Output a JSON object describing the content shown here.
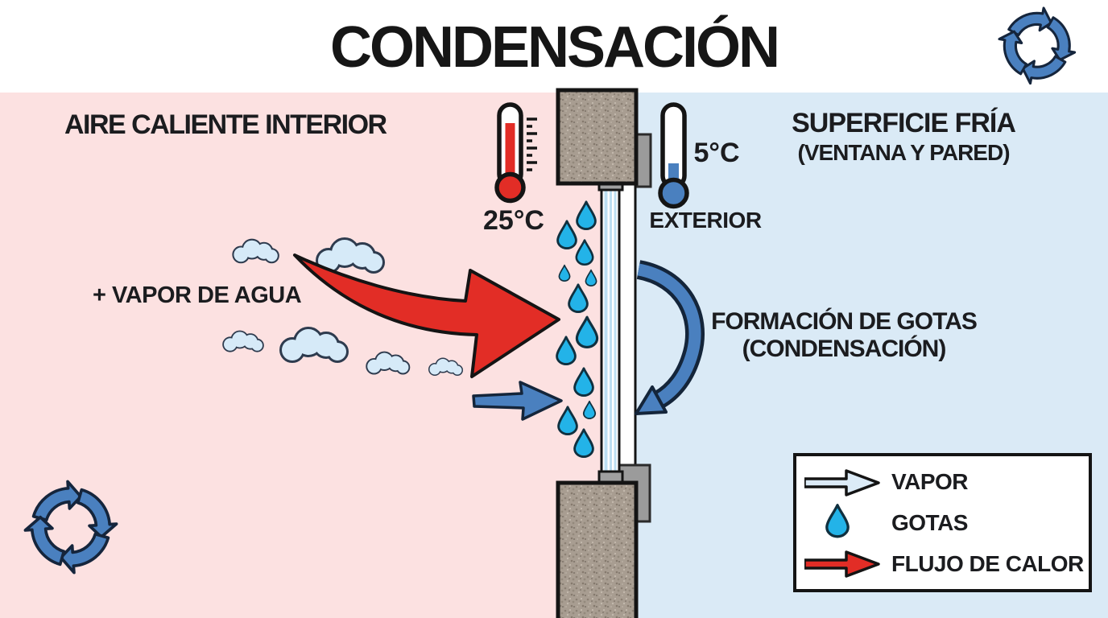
{
  "title": "CONDENSACIÓN",
  "left_panel": {
    "heading": "AIRE CALIENTE INTERIOR",
    "temperature": "25°C",
    "vapor_label": "+ VAPOR DE AGUA"
  },
  "right_panel": {
    "heading": "SUPERFICIE FRÍA",
    "subheading": "(VENTANA Y PARED)",
    "temperature": "5°C",
    "exterior_label": "EXTERIOR",
    "condensation_line1": "FORMACIÓN DE GOTAS",
    "condensation_line2": "(CONDENSACIÓN)"
  },
  "legend": {
    "vapor_label": "VAPOR",
    "drops_label": "GOTAS",
    "heat_flow_label": "FLUJO DE CALOR"
  },
  "icons": [
    "cycle-arrows-icon-top-right",
    "cycle-arrows-icon-bottom-left",
    "thermometer-warm-icon",
    "thermometer-cold-icon",
    "cloud-icon",
    "droplet-icon",
    "heat-flow-arrow-icon",
    "vapor-arrow-icon",
    "condensation-curve-arrow-icon"
  ],
  "colors": {
    "warm_background": "#fce1e1",
    "cold_background": "#daeaf6",
    "heat_red": "#e22d26",
    "steel_blue": "#4a80bf",
    "droplet_cyan": "#23b3e8",
    "cloud_fill": "#d6eaf8",
    "vapor_arrow_fill": "#dcebf7",
    "concrete": "#a89d91",
    "frame_gray": "#9b9b9b",
    "ink": "#141414"
  }
}
